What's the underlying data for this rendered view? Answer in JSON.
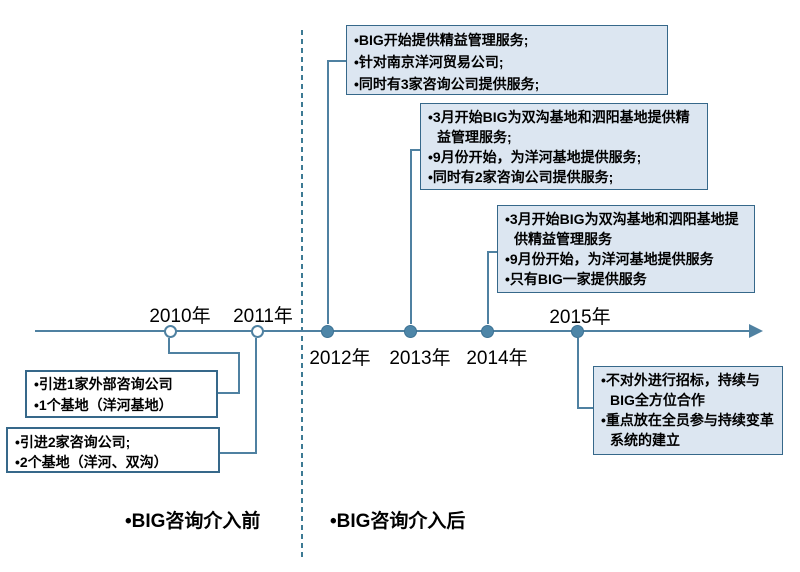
{
  "colors": {
    "accent_line": "#4f81a1",
    "marker_fill": "#4e86a8",
    "box_fill_blue": "#dce6f1",
    "box_border": "#36688a",
    "divider_dash": "#3d7a94",
    "text": "#000000"
  },
  "timeline": {
    "years": [
      {
        "label": "2010年",
        "marker": "open",
        "label_side": "above"
      },
      {
        "label": "2011年",
        "marker": "open",
        "label_side": "above"
      },
      {
        "label": "2012年",
        "marker": "filled",
        "label_side": "below"
      },
      {
        "label": "2013年",
        "marker": "filled",
        "label_side": "below"
      },
      {
        "label": "2014年",
        "marker": "filled",
        "label_side": "below"
      },
      {
        "label": "2015年",
        "marker": "filled",
        "label_side": "above"
      }
    ]
  },
  "boxes": {
    "y2012": {
      "lines": [
        "•BIG开始提供精益管理服务;",
        "•针对南京洋河贸易公司;",
        "•同时有3家咨询公司提供服务;"
      ]
    },
    "y2013": {
      "lines": [
        "•3月开始BIG为双沟基地和泗阳基地提供精益管理服务;",
        "•9月份开始，为洋河基地提供服务;",
        "•同时有2家咨询公司提供服务;"
      ]
    },
    "y2014": {
      "lines": [
        "•3月开始BIG为双沟基地和泗阳基地提供精益管理服务",
        "•9月份开始，为洋河基地提供服务",
        "•只有BIG一家提供服务"
      ]
    },
    "y2010": {
      "lines": [
        "•引进1家外部咨询公司",
        "•1个基地（洋河基地）"
      ]
    },
    "y2011": {
      "lines": [
        "•引进2家咨询公司;",
        "•2个基地（洋河、双沟）"
      ]
    },
    "y2015": {
      "lines": [
        "•不对外进行招标，持续与BIG全方位合作",
        "•重点放在全员参与持续变革系统的建立"
      ]
    }
  },
  "captions": {
    "before": "•BIG咨询介入前",
    "after": "•BIG咨询介入后"
  }
}
